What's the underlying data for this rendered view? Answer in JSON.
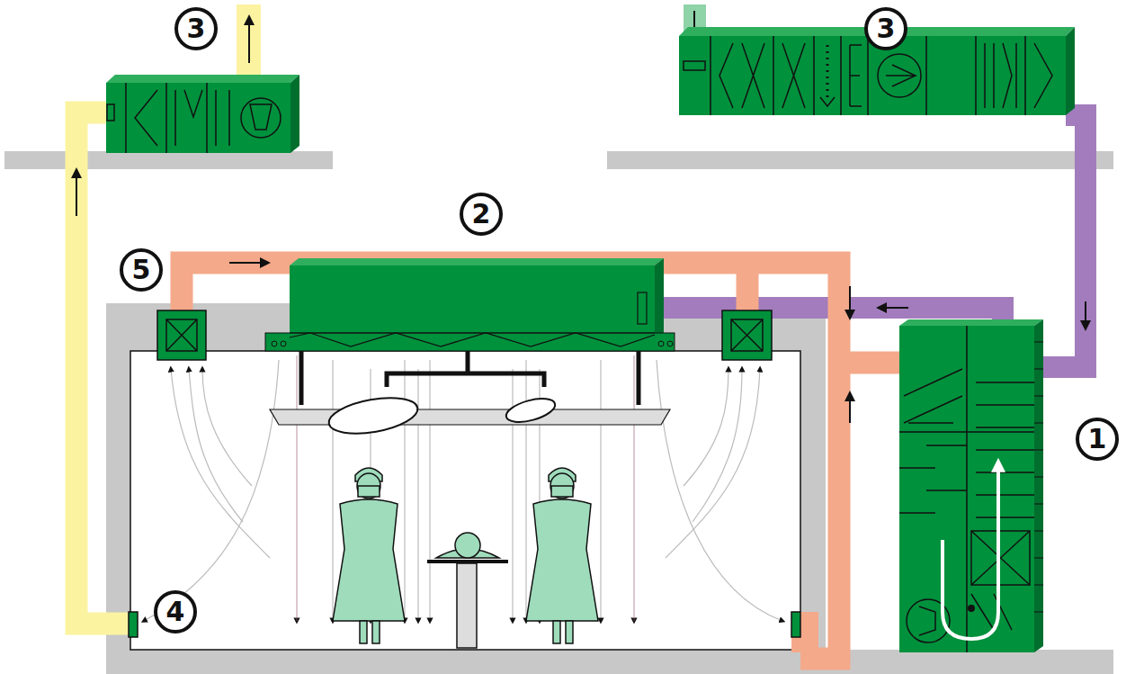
{
  "diagram": {
    "labels": [
      "3",
      "3",
      "2",
      "5",
      "1",
      "4"
    ]
  }
}
